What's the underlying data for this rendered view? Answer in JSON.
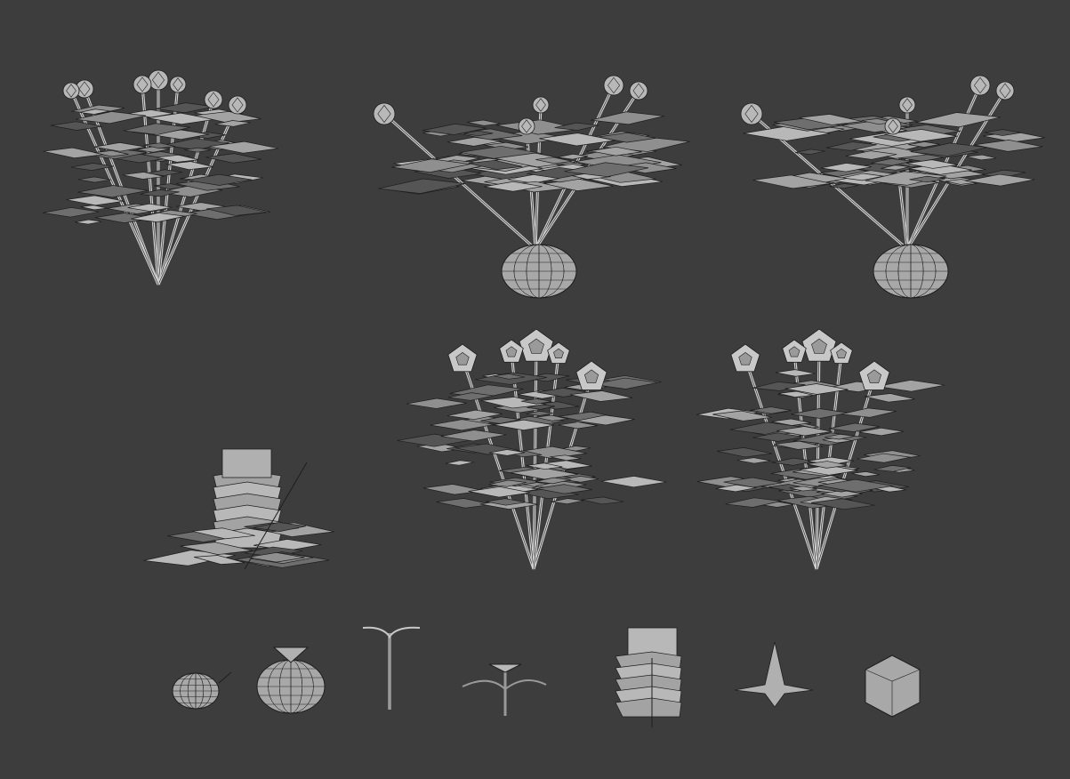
{
  "colors": {
    "background": "#3d3d3d",
    "mesh_light": "#b8b8b8",
    "mesh_mid": "#8f8f8f",
    "mesh_dark": "#555555",
    "wire": "#1e1e1e"
  },
  "objects": [
    {
      "name": "plant-buds",
      "kind": "plant"
    },
    {
      "name": "plant-buds-with-bulb",
      "kind": "plant"
    },
    {
      "name": "plant-buds-with-bulb-copy",
      "kind": "plant"
    },
    {
      "name": "plant-young",
      "kind": "plant"
    },
    {
      "name": "plant-flowers",
      "kind": "plant"
    },
    {
      "name": "plant-flowers-copy",
      "kind": "plant"
    },
    {
      "name": "part-bulb",
      "kind": "part"
    },
    {
      "name": "part-seed-pod",
      "kind": "part"
    },
    {
      "name": "part-stem",
      "kind": "part"
    },
    {
      "name": "part-sprout",
      "kind": "part"
    },
    {
      "name": "part-leaf-stack",
      "kind": "part"
    },
    {
      "name": "part-star-bud",
      "kind": "part"
    },
    {
      "name": "part-hex-bud",
      "kind": "part"
    }
  ]
}
